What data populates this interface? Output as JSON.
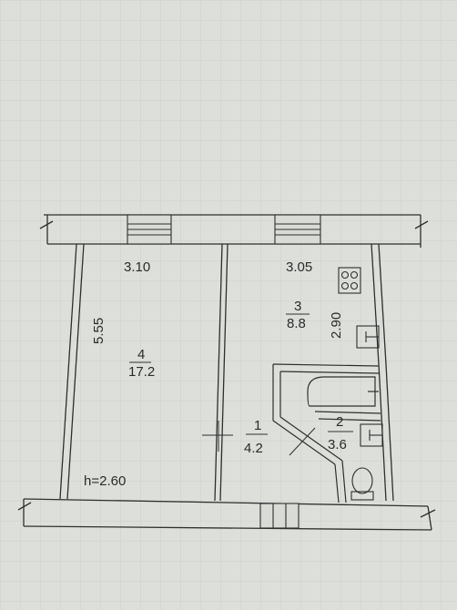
{
  "plan": {
    "ceiling_height": "h=2.60",
    "rooms": [
      {
        "number": "4",
        "area": "17.2"
      },
      {
        "number": "3",
        "area": "8.8"
      },
      {
        "number": "1",
        "area": "4.2"
      },
      {
        "number": "2",
        "area": "3.6"
      }
    ],
    "dimensions": {
      "room4_width": "3.10",
      "room3_width": "3.05",
      "room4_length": "5.55",
      "room3_length": "2.90"
    }
  },
  "colors": {
    "paper": "#d9dbd7",
    "grid": "#c3c6c2",
    "ink": "#2b2b2b"
  }
}
